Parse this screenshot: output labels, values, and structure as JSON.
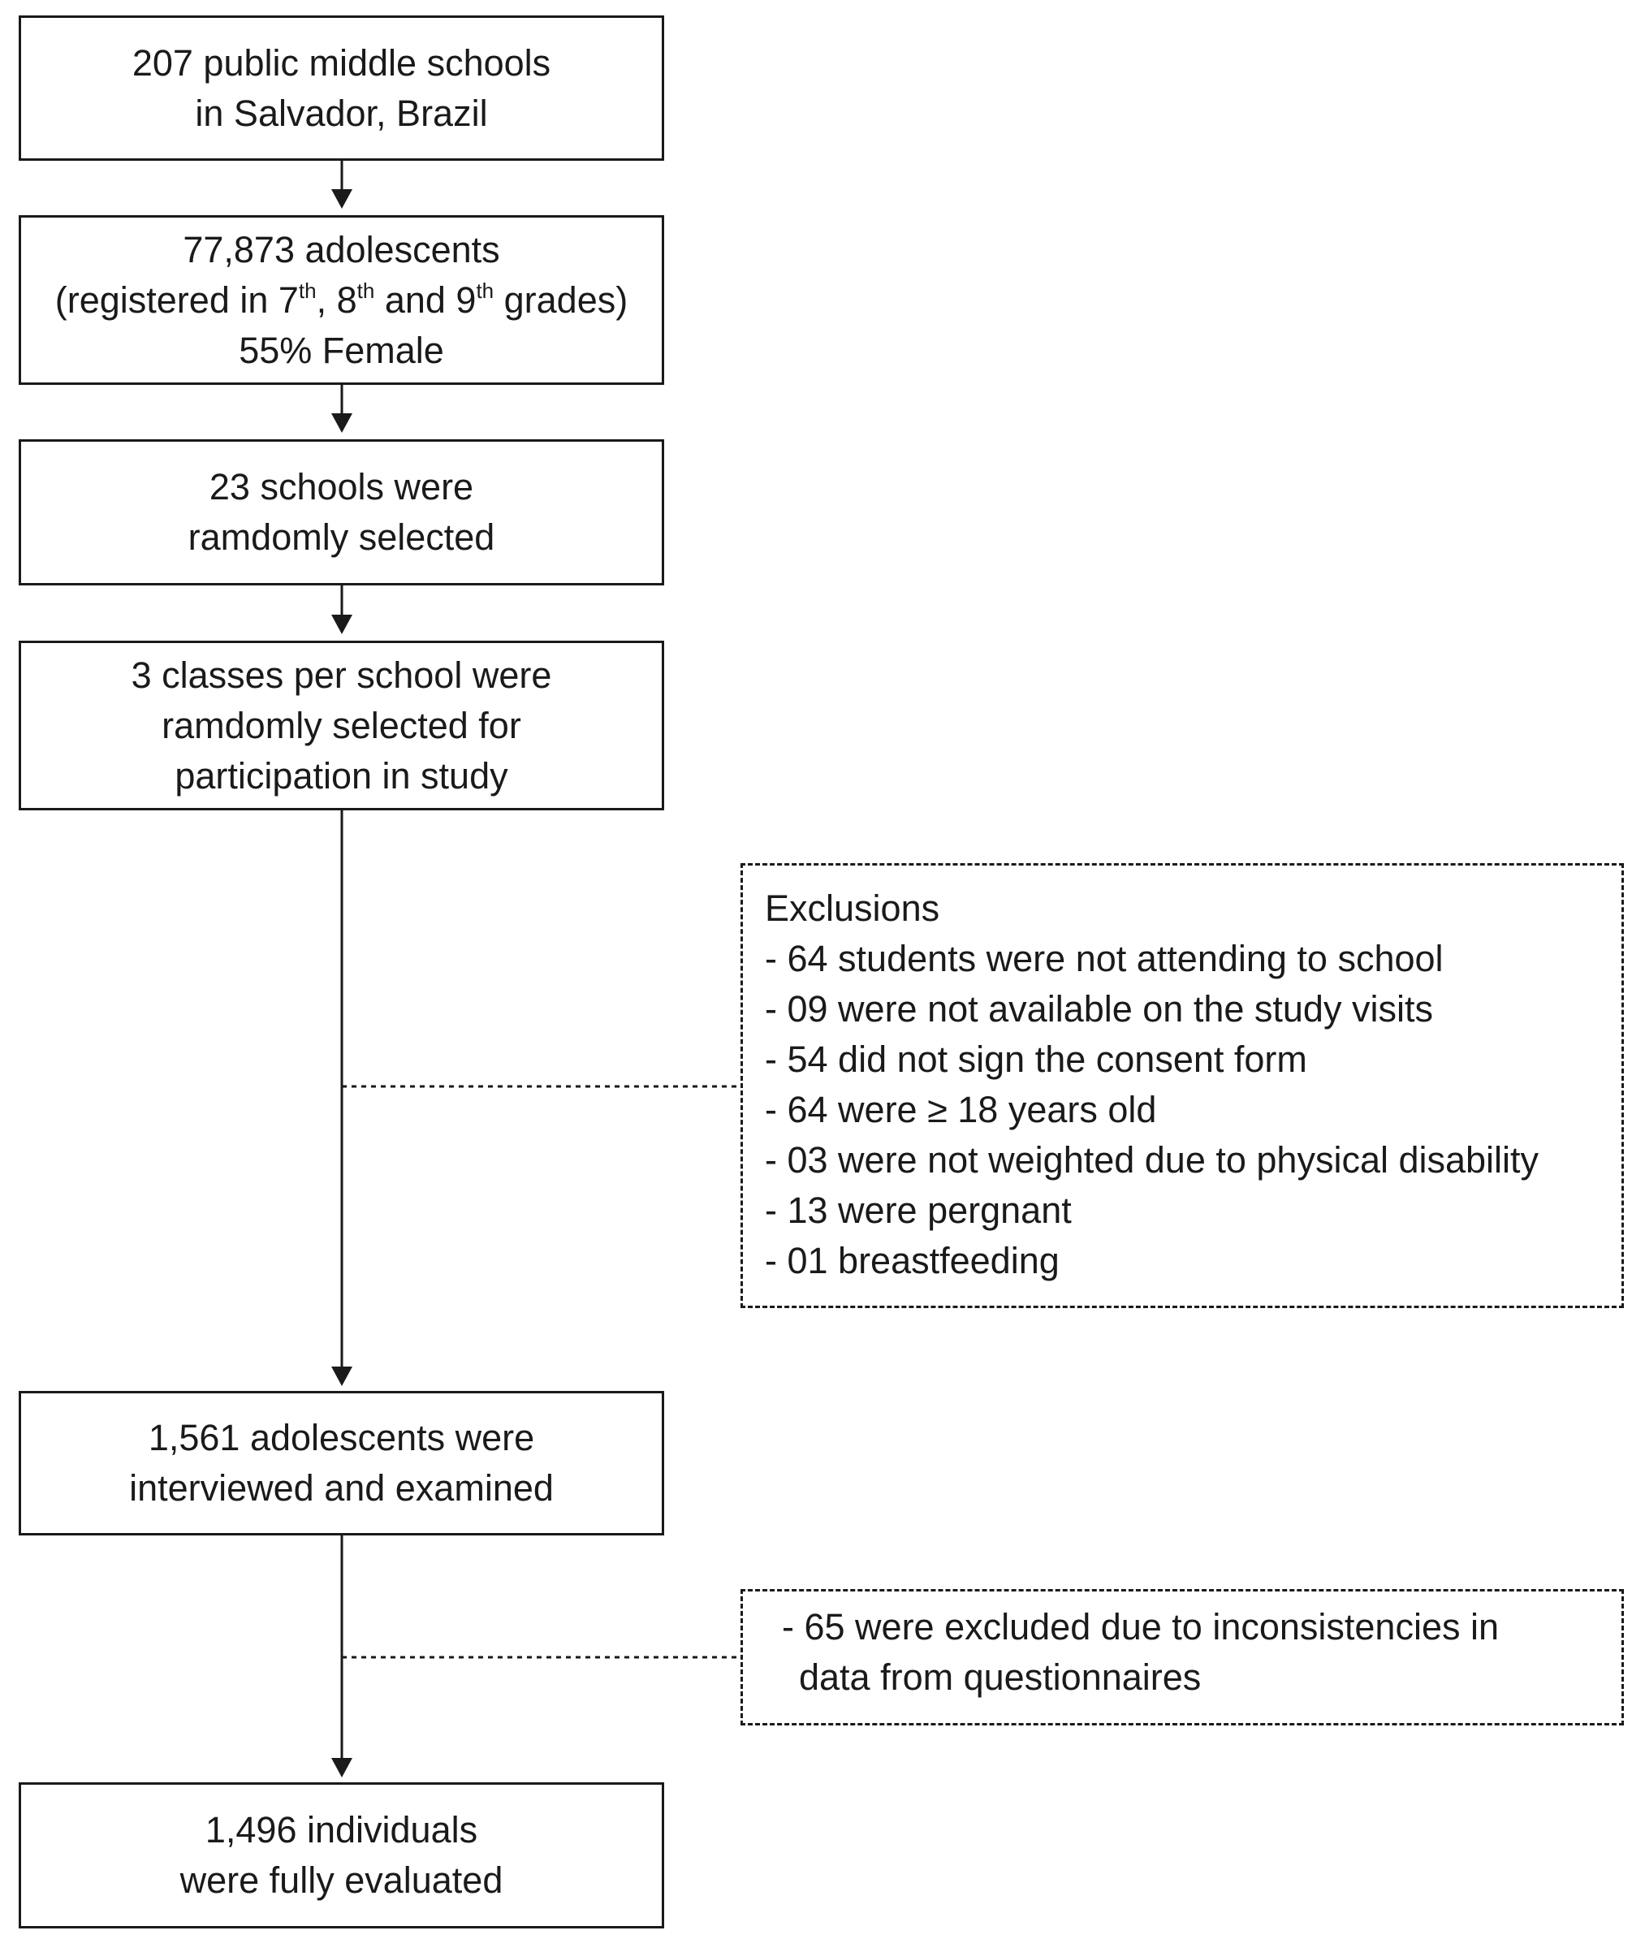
{
  "boxes": {
    "schools": {
      "line1": "207 public middle schools",
      "line2": "in Salvador, Brazil"
    },
    "adolescents": {
      "line1": "77,873 adolescents",
      "line2_prefix": "(registered in 7",
      "sup1": "th",
      "line2_mid1": ", 8",
      "sup2": "th",
      "line2_mid2": " and 9",
      "sup3": "th",
      "line2_suffix": " grades)",
      "line3": "55% Female"
    },
    "selected_schools": {
      "line1": "23 schools were",
      "line2": "ramdomly selected"
    },
    "classes": {
      "line1": "3 classes per school were",
      "line2": "ramdomly selected for",
      "line3": "participation in study"
    },
    "interviewed": {
      "line1": "1,561 adolescents were",
      "line2": "interviewed and examined"
    },
    "evaluated": {
      "line1": "1,496 individuals",
      "line2": "were fully evaluated"
    }
  },
  "exclusions_1": {
    "title": "Exclusions",
    "items": [
      "- 64 students  were not attending to school",
      "- 09 were not available on the study visits",
      "- 54 did not sign the consent form",
      "- 64 were ≥ 18 years old",
      "- 03 were not weighted due to physical disability",
      "- 13 were pergnant",
      "- 01 breastfeeding"
    ]
  },
  "exclusions_2": {
    "line1": "- 65 were excluded due to inconsistencies in",
    "line2": "data from questionnaires"
  }
}
